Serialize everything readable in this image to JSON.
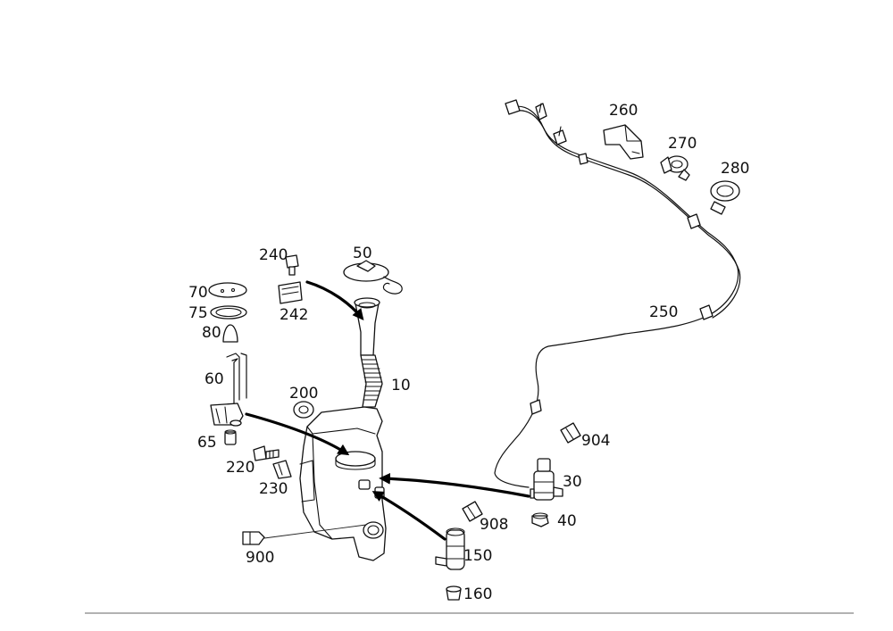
{
  "diagram": {
    "callouts": [
      "10",
      "30",
      "40",
      "50",
      "60",
      "65",
      "70",
      "75",
      "80",
      "150",
      "160",
      "200",
      "220",
      "230",
      "240",
      "242",
      "250",
      "260",
      "270",
      "280",
      "900",
      "904",
      "908"
    ]
  }
}
